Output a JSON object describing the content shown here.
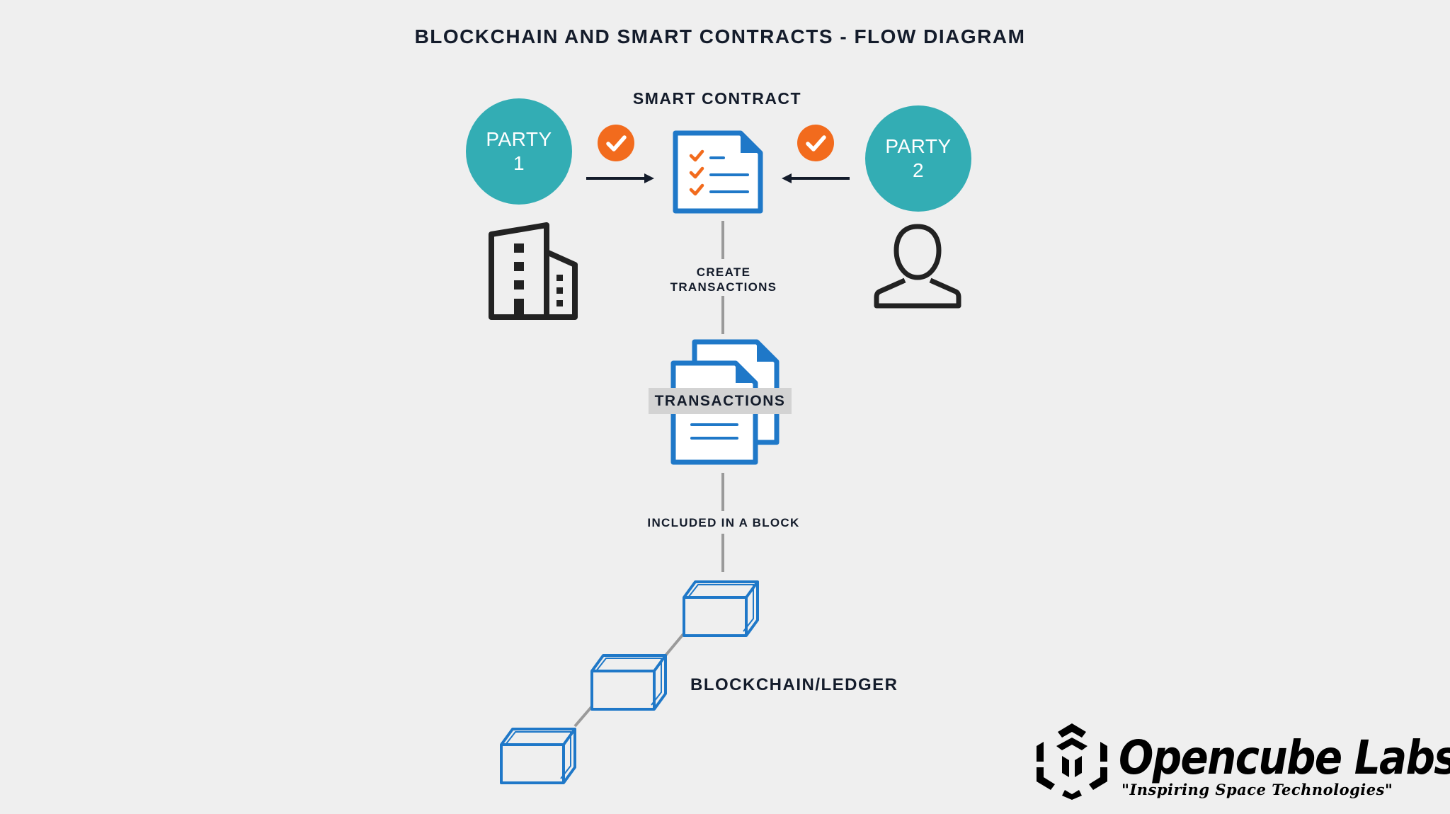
{
  "title": "BLOCKCHAIN AND SMART CONTRACTS - FLOW DIAGRAM",
  "smart_contract": {
    "label": "SMART CONTRACT",
    "icon": "contract-document-icon"
  },
  "party1": {
    "line1": "PARTY",
    "line2": "1",
    "icon": "office-building-icon"
  },
  "party2": {
    "line1": "PARTY",
    "line2": "2",
    "icon": "person-icon"
  },
  "steps": {
    "create_line1": "CREATE",
    "create_line2": "TRANSACTIONS",
    "transactions": "TRANSACTIONS",
    "included": "INCLUDED IN A BLOCK",
    "ledger": "BLOCKCHAIN/LEDGER"
  },
  "logo": {
    "name": "Opencube Labs",
    "tagline": "\"Inspiring Space Technologies\""
  },
  "colors": {
    "background": "#efefef",
    "party_teal": "#33adb4",
    "check_orange": "#f26b1d",
    "icon_blue": "#1f78c8",
    "text_dark": "#141c2b",
    "connector_gray": "#9a9a9a"
  }
}
